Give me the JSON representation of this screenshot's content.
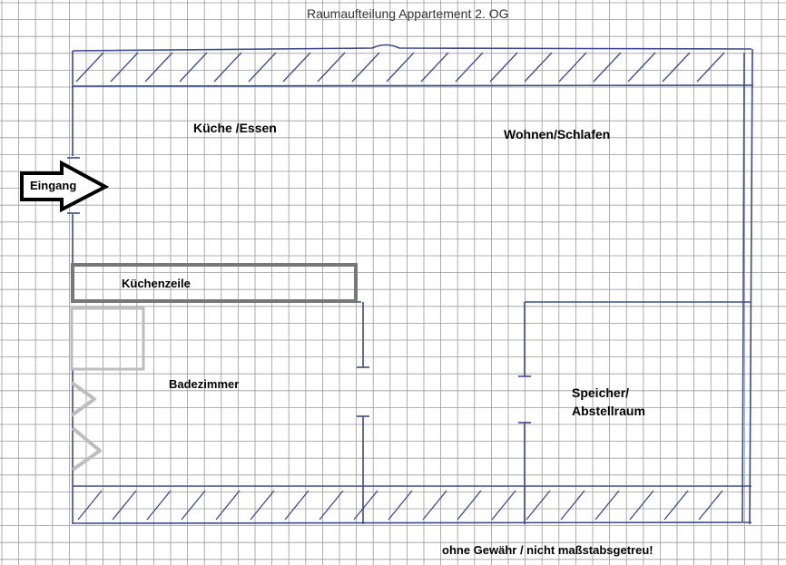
{
  "title": "Raumaufteilung Appartement 2. OG",
  "entrance": {
    "label": "Eingang"
  },
  "rooms": {
    "kitchen": "Küche /Essen",
    "living": "Wohnen/Schlafen",
    "kitchenette": "Küchenzeile",
    "bathroom": "Badezimmer",
    "storage_line1": "Speicher/",
    "storage_line2": "Abstellraum"
  },
  "disclaimer": "ohne Gewähr / nicht maßstabsgetreu!",
  "colors": {
    "grid": "#9a9a9a",
    "ink": "#3c4a8e",
    "gray_box": "#777777",
    "light_gray": "#bdbdbd"
  }
}
